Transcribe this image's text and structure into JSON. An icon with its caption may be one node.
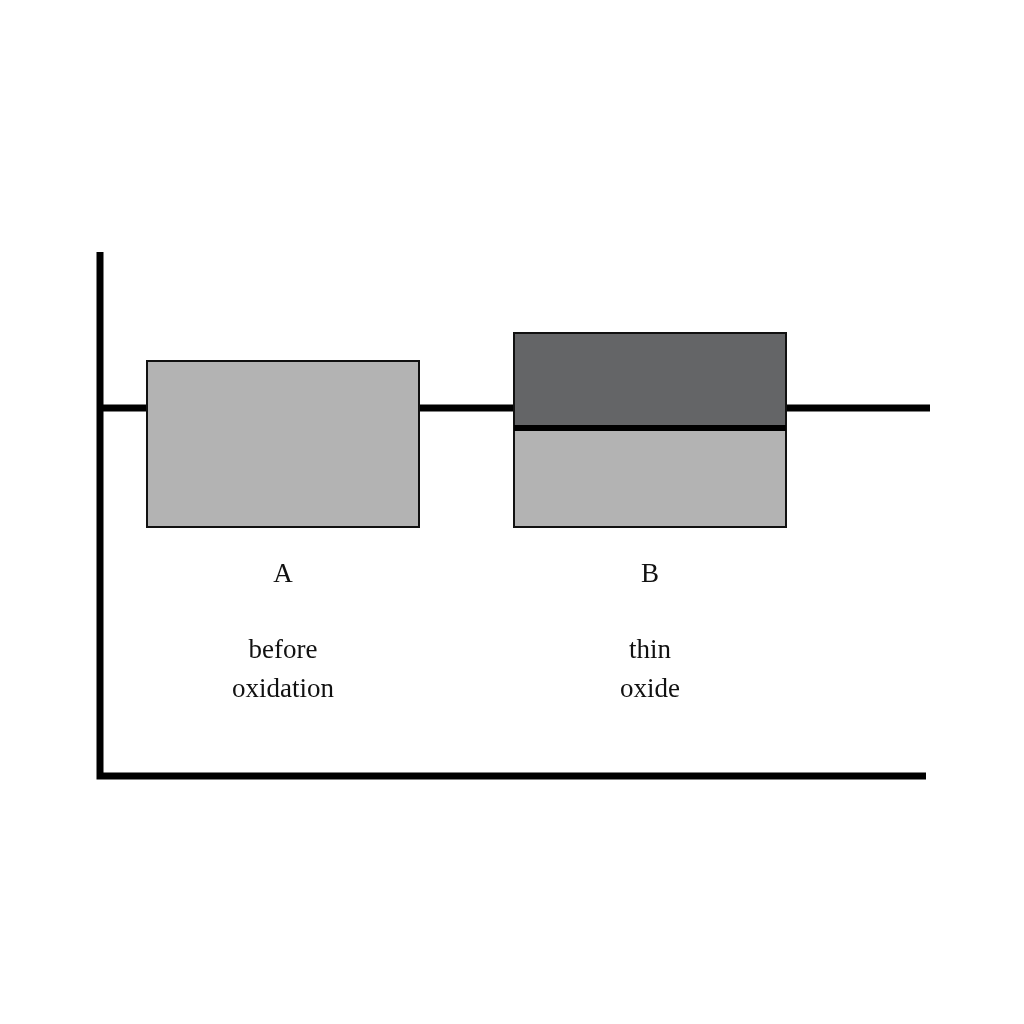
{
  "diagram": {
    "labels": [
      "A",
      "before oxidation",
      "B",
      "thin oxide"
    ]
  }
}
